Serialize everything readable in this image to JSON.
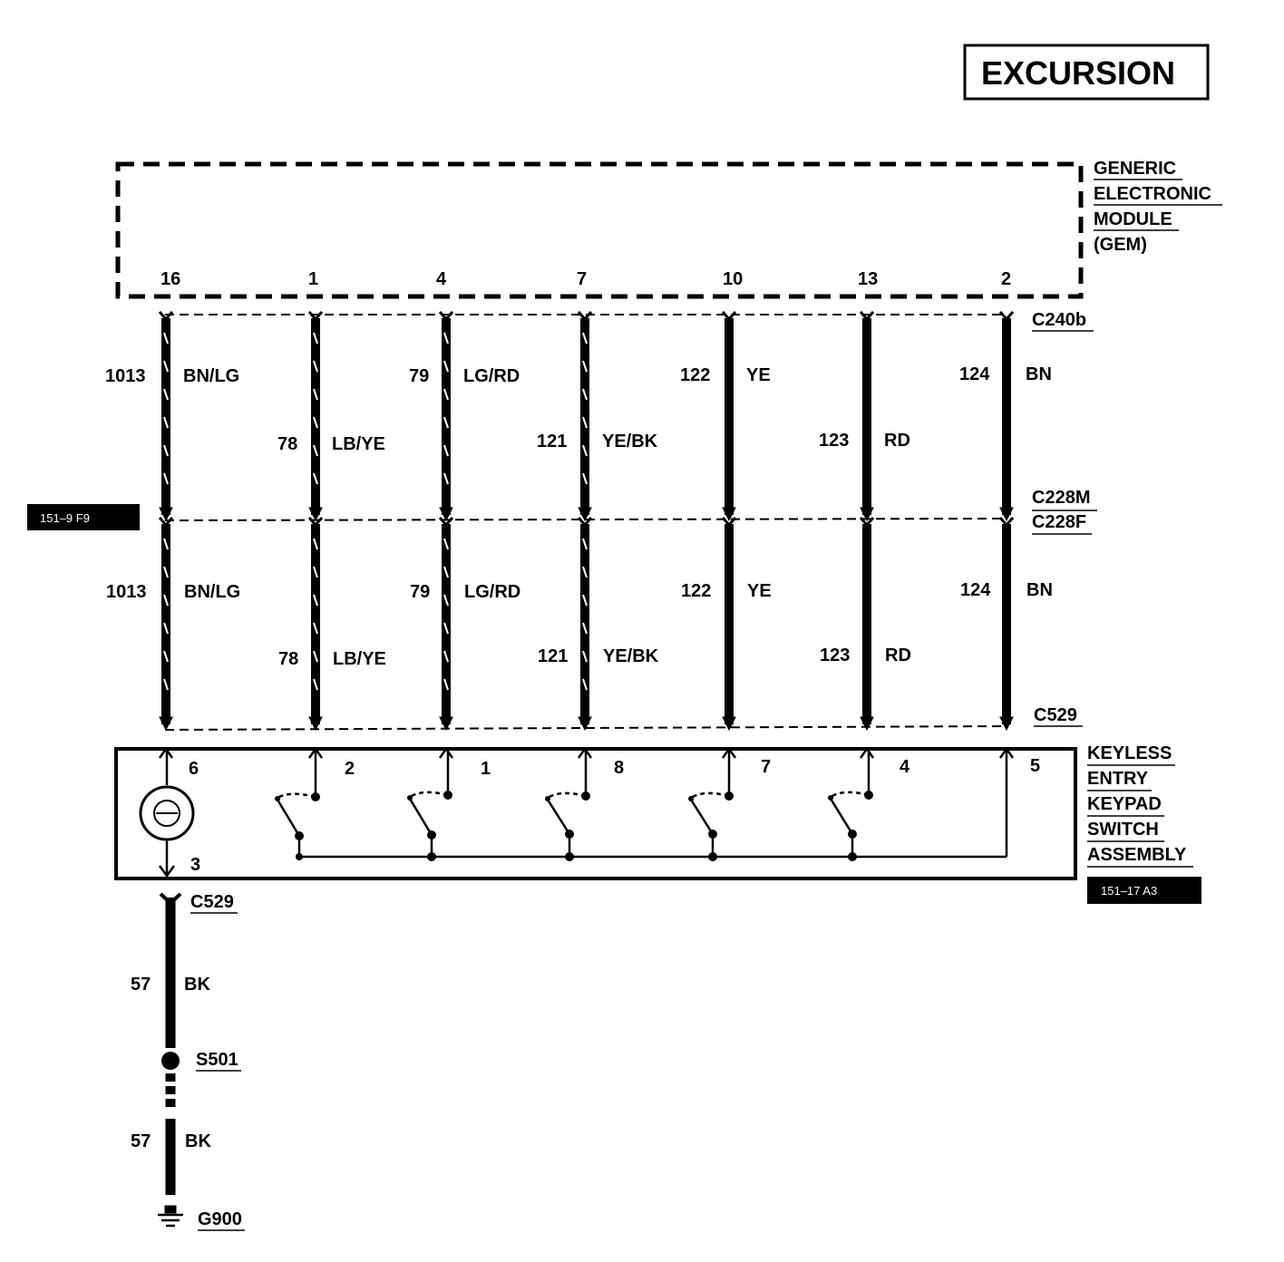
{
  "title": "EXCURSION",
  "gem": {
    "name_lines": [
      "GENERIC",
      "ELECTRONIC",
      "MODULE",
      "(GEM)"
    ],
    "pins": [
      "16",
      "1",
      "4",
      "7",
      "10",
      "13",
      "2"
    ]
  },
  "connectors": {
    "top": "C240b",
    "mid_male": "C228M",
    "mid_female": "C228F",
    "bottom": "C529",
    "ground_side": "C529"
  },
  "circuits": [
    {
      "number": "1013",
      "color": "BN/LG",
      "twisted": true
    },
    {
      "number": "78",
      "color": "LB/YE",
      "twisted": true
    },
    {
      "number": "79",
      "color": "LG/RD",
      "twisted": true
    },
    {
      "number": "121",
      "color": "YE/BK",
      "twisted": true
    },
    {
      "number": "122",
      "color": "YE",
      "twisted": false
    },
    {
      "number": "123",
      "color": "RD",
      "twisted": false
    },
    {
      "number": "124",
      "color": "BN",
      "twisted": false
    }
  ],
  "keypad": {
    "name_lines": [
      "KEYLESS",
      "ENTRY",
      "KEYPAD",
      "SWITCH",
      "ASSEMBLY"
    ],
    "pins": [
      "6",
      "2",
      "1",
      "8",
      "7",
      "4",
      "5"
    ],
    "lamp_ground_pin": "3"
  },
  "ground_circuit": {
    "segments": [
      {
        "number": "57",
        "color": "BK"
      },
      {
        "number": "57",
        "color": "BK"
      }
    ],
    "splice": "S501",
    "ground": "G900"
  },
  "refs": {
    "left": "151–9 F9",
    "right": "151–17 A3"
  }
}
